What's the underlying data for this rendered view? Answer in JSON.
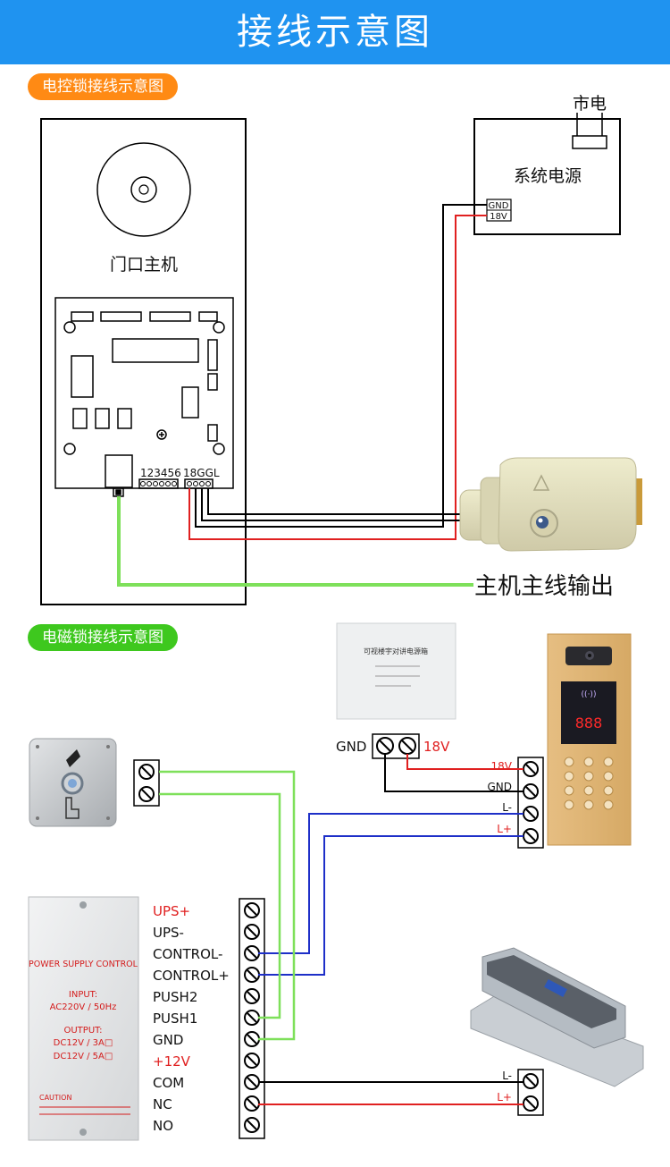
{
  "header": {
    "title": "接线示意图"
  },
  "section1": {
    "label": "电控锁接线示意图",
    "host_label": "门口主机",
    "terminal_left": "123456",
    "terminal_right": "18GGL",
    "power_title": "系统电源",
    "mains_label": "市电",
    "power_gnd": "GND",
    "power_18v": "18V",
    "output_label": "主机主线输出"
  },
  "section2": {
    "label": "电磁锁接线示意图",
    "psu_box_text": "可视楼宇对讲电源箱",
    "psu_gnd": "GND",
    "psu_18v": "18V",
    "intercom_terms": [
      "18V",
      "GND",
      "L-",
      "L+"
    ],
    "intercom_display": "888",
    "control_unit": {
      "title": "POWER SUPPLY CONTROL",
      "input_label": "INPUT:",
      "input_value": "AC220V / 50Hz",
      "output_label": "OUTPUT:",
      "output_1": "DC12V / 3A□",
      "output_2": "DC12V / 5A□",
      "caution": "CAUTION"
    },
    "terminals": [
      "UPS+",
      "UPS-",
      "CONTROL-",
      "CONTROL+",
      "PUSH2",
      "PUSH1",
      "GND",
      "+12V",
      "COM",
      "NC",
      "NO"
    ],
    "maglock_terms": [
      "L-",
      "L+"
    ]
  },
  "colors": {
    "banner": "#1f93f0",
    "pill1": "#ff8a14",
    "pill2": "#3ec81e",
    "red": "#e02020",
    "green": "#7ee05a",
    "blue": "#1e2fc8"
  }
}
